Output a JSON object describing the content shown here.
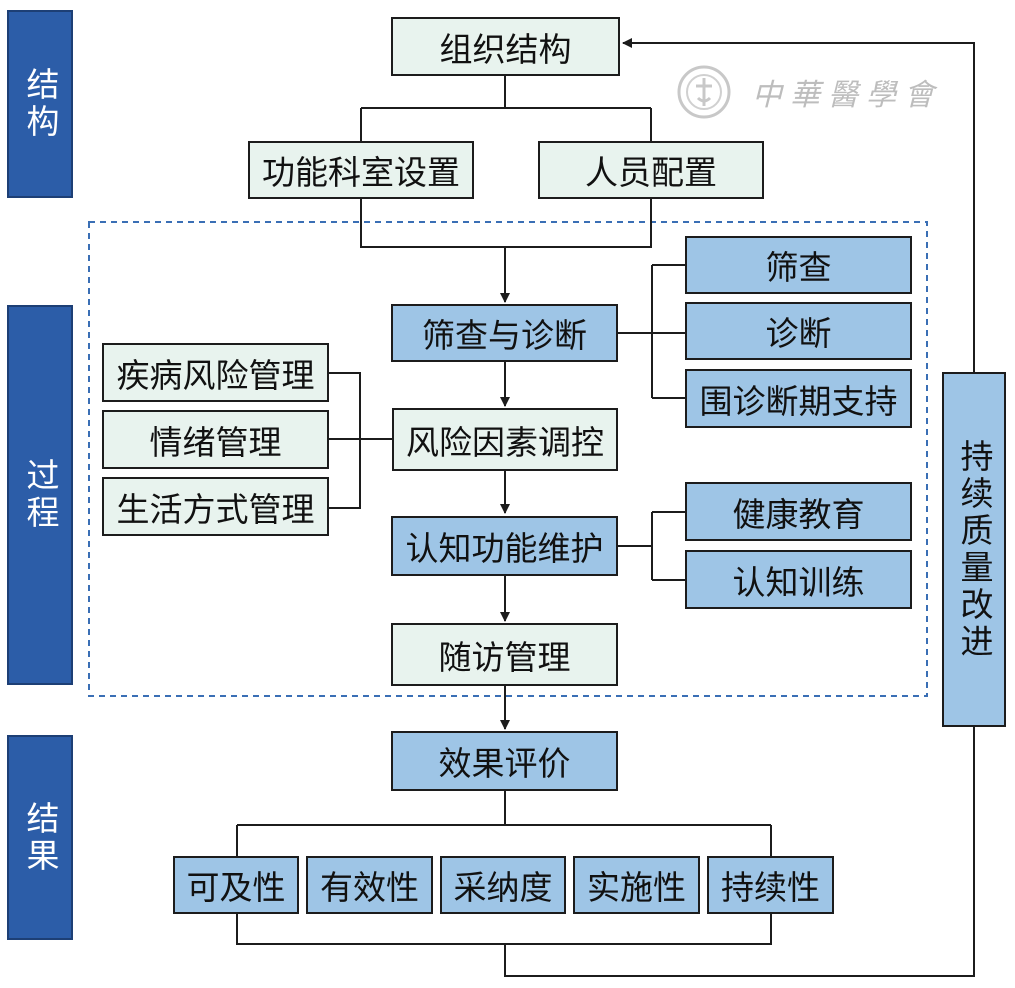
{
  "sections": {
    "structure": "结构",
    "process": "过程",
    "outcome": "结果"
  },
  "nodes": {
    "org": "组织结构",
    "dept": "功能科室设置",
    "staff": "人员配置",
    "screen_diag": "筛查与诊断",
    "screen": "筛查",
    "diag": "诊断",
    "peri": "围诊断期支持",
    "risk_ctrl": "风险因素调控",
    "disease_risk": "疾病风险管理",
    "emotion": "情绪管理",
    "lifestyle": "生活方式管理",
    "cog_maint": "认知功能维护",
    "health_edu": "健康教育",
    "cog_train": "认知训练",
    "followup": "随访管理",
    "eval": "效果评价",
    "reach": "可及性",
    "effect": "有效性",
    "adopt": "采纳度",
    "implement": "实施性",
    "sustain": "持续性"
  },
  "cqi": "持续质量改进",
  "watermark": "中華醫學會",
  "colors": {
    "side_blue": "#2c5da8",
    "box_light": "#e8f3ee",
    "box_blue": "#9ec5e6",
    "dashed": "#3a6fb5"
  }
}
